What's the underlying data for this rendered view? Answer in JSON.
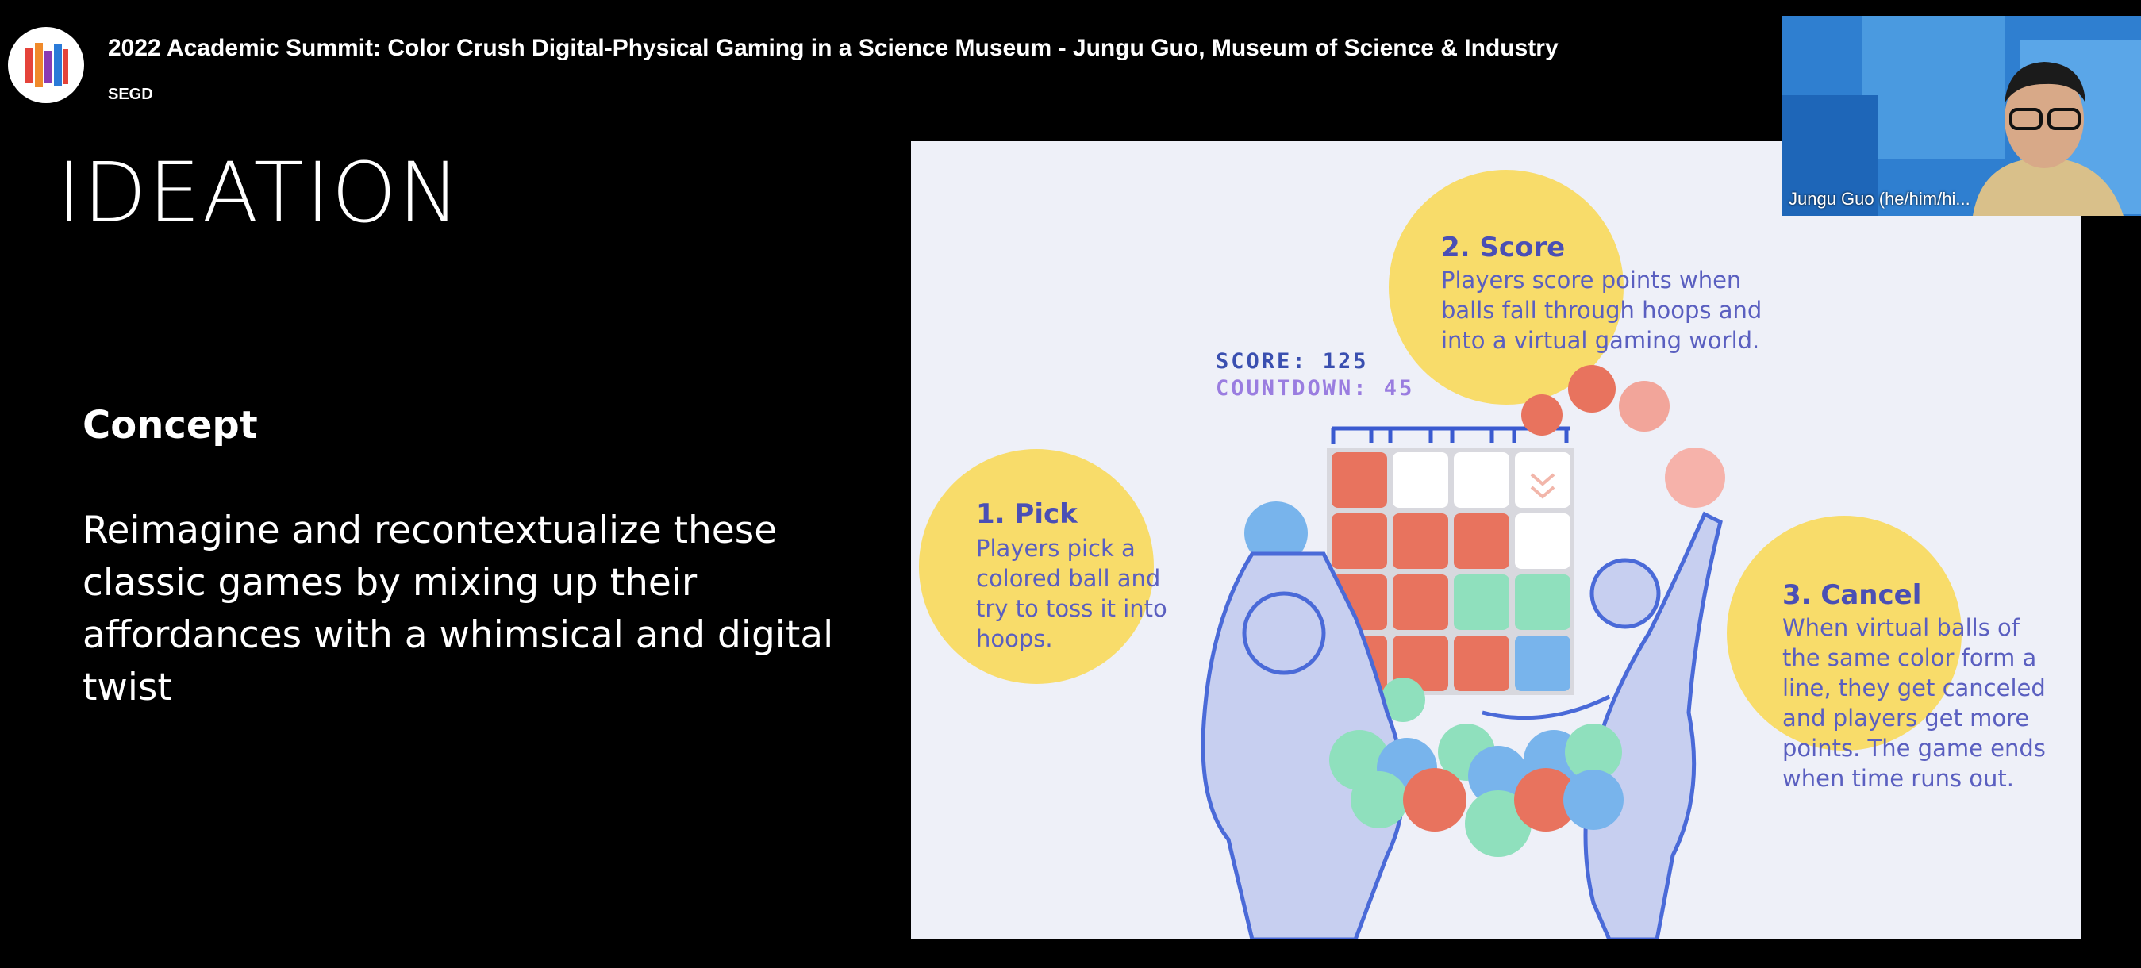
{
  "video": {
    "title": "2022 Academic Summit: Color Crush Digital-Physical Gaming in a Science Museum - Jungu Guo, Museum of Science & Industry",
    "channel": "SEGD"
  },
  "slide": {
    "heading": "IDEATION",
    "concept_title": "Concept",
    "concept_body": "Reimagine and recontextualize these classic games by mixing up their affordances with a whimsical and digital twist"
  },
  "illustration": {
    "hud": {
      "score": "SCORE: 125",
      "countdown": "COUNTDOWN: 45"
    },
    "steps": [
      {
        "title": "1. Pick",
        "text_lines": [
          "Players pick a",
          "colored ball and",
          "try to toss it into",
          "hoops."
        ]
      },
      {
        "title": "2. Score",
        "text_lines": [
          "Players score points when",
          "balls fall through hoops and",
          "into a virtual gaming world."
        ]
      },
      {
        "title": "3. Cancel",
        "text_lines": [
          "When virtual balls of",
          "the same color form a",
          "line, they get canceled",
          "and players get more",
          "points. The game ends",
          "when time runs out."
        ]
      }
    ],
    "colors": {
      "bubble": "#f8dc6a",
      "step_title": "#4a4fb5",
      "score": "#3a4fb0",
      "countdown": "#9a7de0",
      "red": "#e8735e",
      "green": "#8fe0bd",
      "blue": "#78b4ec",
      "white": "#ffffff",
      "figure": "#c7cff0",
      "figure_line": "#4a6ad8"
    }
  },
  "presenter": {
    "name": "Jungu Guo (he/him/hi..."
  }
}
